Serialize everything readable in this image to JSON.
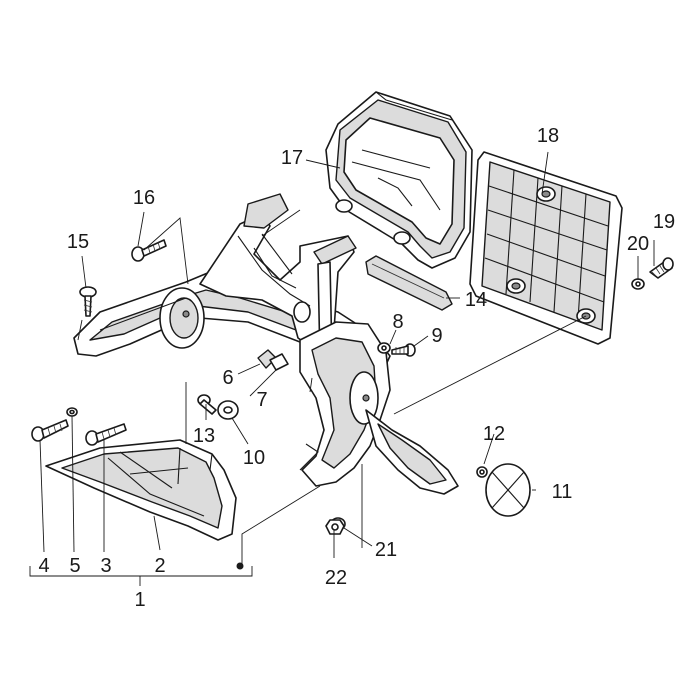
{
  "callouts": {
    "c1": "1",
    "c2": "2",
    "c3": "3",
    "c4": "4",
    "c5": "5",
    "c6": "6",
    "c7": "7",
    "c8": "8",
    "c9": "9",
    "c10": "10",
    "c11": "11",
    "c12": "12",
    "c13": "13",
    "c14": "14",
    "c15": "15",
    "c16": "16",
    "c17": "17",
    "c18": "18",
    "c19": "19",
    "c20": "20",
    "c21": "21",
    "c22": "22"
  },
  "colors": {
    "line": "#1a1a1a",
    "fill": "#ffffff",
    "shade": "#dcdcdc",
    "dark": "#8a8a8a"
  }
}
